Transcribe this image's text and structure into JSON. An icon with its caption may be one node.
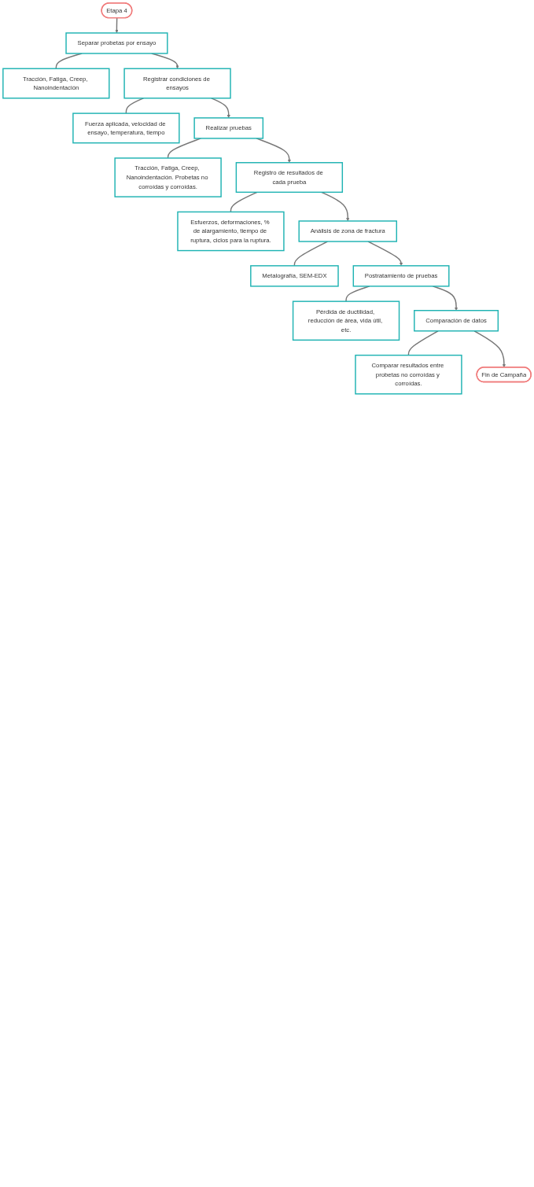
{
  "diagram": {
    "nodes": [
      {
        "text": [
          "Etapa 4"
        ]
      },
      {
        "text": [
          "Separar probetas por ensayo"
        ]
      },
      {
        "text": [
          "Tracción, Fatiga, Creep, Nanoindentación"
        ]
      },
      {
        "text": [
          "Registrar condiciones de ensayos"
        ]
      },
      {
        "text": [
          "Fuerza aplicada, velocidad de ensayo, temperatura, tiempo"
        ]
      },
      {
        "text": [
          "Realizar pruebas"
        ]
      },
      {
        "text": [
          "Tracción, Fatiga, Creep, Nanoindentación. Probetas no corroídas y corroídas."
        ]
      },
      {
        "text": [
          "Registro de resultados de cada prueba"
        ]
      },
      {
        "text": [
          "Esfuerzos, deformaciones, % de alargamiento, tiempo de ruptura, ciclos para la ruptura."
        ]
      },
      {
        "text": [
          "Análisis de zona de fractura"
        ]
      },
      {
        "text": [
          "Metalografía, SEM-EDX"
        ]
      },
      {
        "text": [
          "Postratamiento de pruebas"
        ]
      },
      {
        "text": [
          "Pérdida de ductilidad, reducción de área, vida útil, etc."
        ]
      },
      {
        "text": [
          "Comparación de datos"
        ]
      },
      {
        "text": [
          "Comparar resultados entre probetas no corroídas y corroídas."
        ]
      },
      {
        "text": [
          "Fin de Campaña"
        ]
      }
    ],
    "edges": [
      {
        "from": 0,
        "to": 1,
        "arrow": "to"
      },
      {
        "from": 1,
        "to": 2,
        "arrow": "none"
      },
      {
        "from": 1,
        "to": 3,
        "arrow": "to"
      },
      {
        "from": 3,
        "to": 4,
        "arrow": "none"
      },
      {
        "from": 3,
        "to": 5,
        "arrow": "to"
      },
      {
        "from": 5,
        "to": 6,
        "arrow": "none"
      },
      {
        "from": 5,
        "to": 7,
        "arrow": "to"
      },
      {
        "from": 7,
        "to": 8,
        "arrow": "none"
      },
      {
        "from": 7,
        "to": 9,
        "arrow": "to"
      },
      {
        "from": 9,
        "to": 10,
        "arrow": "none"
      },
      {
        "from": 9,
        "to": 11,
        "arrow": "to"
      },
      {
        "from": 11,
        "to": 12,
        "arrow": "none"
      },
      {
        "from": 11,
        "to": 13,
        "arrow": "to"
      },
      {
        "from": 13,
        "to": 14,
        "arrow": "none"
      },
      {
        "from": 13,
        "to": 15,
        "arrow": "to"
      }
    ]
  }
}
